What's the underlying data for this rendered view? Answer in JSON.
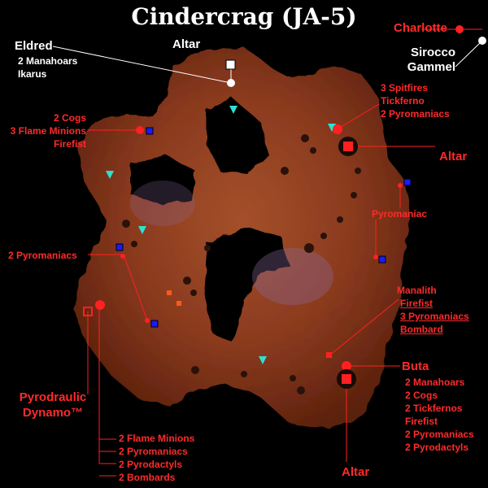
{
  "map": {
    "title": "Cindercrag (JA-5)",
    "colors": {
      "enemy": "#ff2020",
      "ally": "#ffffff",
      "objective": "#1a1aff",
      "marker": "#2ee0d0",
      "rock": "#8a3a1e"
    }
  },
  "groups": {
    "eldred": {
      "header": "Eldred",
      "lines": [
        "2 Manahoars",
        "Ikarus"
      ]
    },
    "altar_top": {
      "header": "Altar"
    },
    "charlotte": {
      "header": "Charlotte"
    },
    "sirocco": {
      "header": "Sirocco",
      "lines": [
        "Gammel"
      ]
    },
    "spitfires": {
      "lines": [
        "3 Spitfires",
        "Tickferno",
        "2 Pyromaniacs"
      ]
    },
    "altar_right": {
      "header": "Altar"
    },
    "cogs": {
      "lines": [
        "2 Cogs",
        "3 Flame Minions",
        "Firefist"
      ]
    },
    "pyromaniac_single": {
      "lines": [
        "Pyromaniac"
      ]
    },
    "pyromaniacs_two": {
      "lines": [
        "2 Pyromaniacs"
      ]
    },
    "manalith": {
      "lines": [
        "Manalith",
        "Firefist",
        "3 Pyromaniacs",
        "Bombard"
      ]
    },
    "dynamo": {
      "header": "Pyrodraulic",
      "lines": [
        "Dynamo™"
      ]
    },
    "buta": {
      "header": "Buta",
      "lines": [
        "2 Manahoars",
        "2 Cogs",
        "2 Tickfernos",
        "Firefist",
        "2 Pyromaniacs",
        "2 Pyrodactyls"
      ]
    },
    "flame_minions": {
      "lines": [
        "2 Flame Minions",
        "2 Pyromaniacs",
        "2 Pyrodactyls",
        "2 Bombards"
      ]
    },
    "altar_bottom": {
      "header": "Altar"
    }
  }
}
